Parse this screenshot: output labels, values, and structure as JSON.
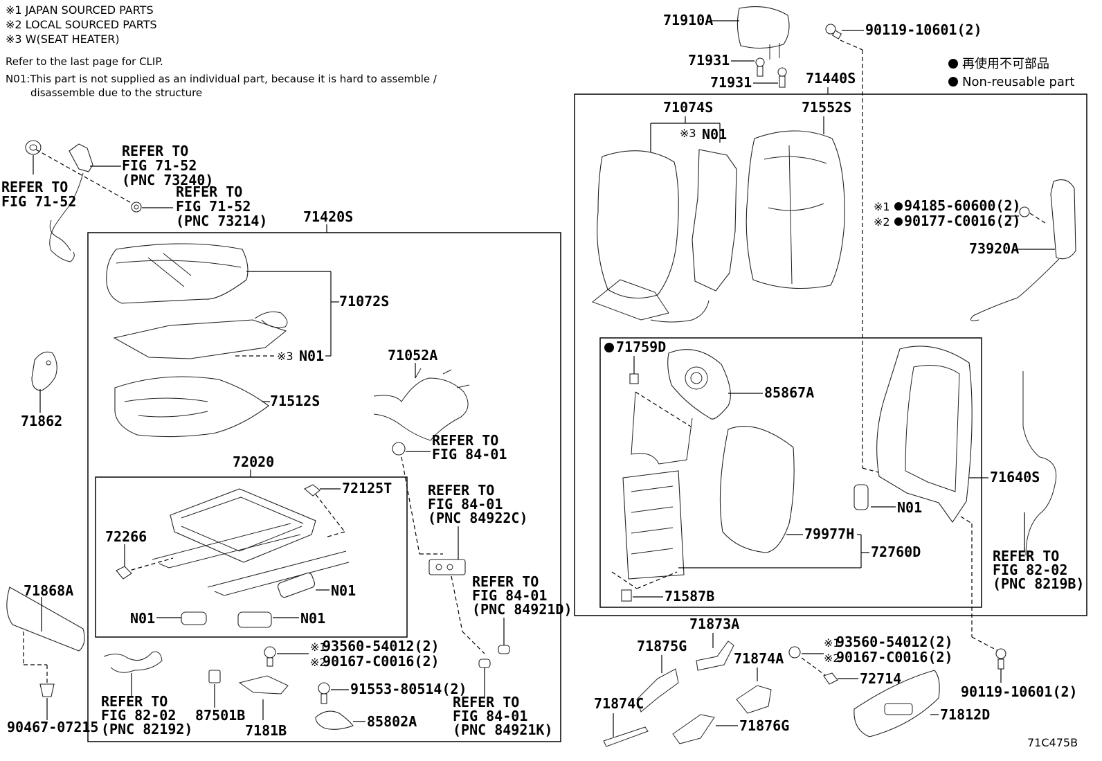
{
  "notes": {
    "n1": "※1 JAPAN SOURCED PARTS",
    "n2": "※2 LOCAL SOURCED PARTS",
    "n3": "※3 W(SEAT HEATER)",
    "clip": "Refer to the last page for CLIP.",
    "n01_line1": "N01:This part is not supplied as an individual part, because it is hard to assemble /",
    "n01_line2": "disassemble due to the structure"
  },
  "legend": {
    "jp": "再使用不可部品",
    "en": "Non-reusable part"
  },
  "diagram_id": "71C475B",
  "labels": {
    "71910A": "71910A",
    "90119_10601_top": "90119-10601(2)",
    "71931_a": "71931",
    "71931_b": "71931",
    "71440S": "71440S",
    "71074S": "71074S",
    "71552S": "71552S",
    "n01_back": "N01",
    "mark3_back": "※3",
    "p94185": "94185-60600(2)",
    "p90177": "90177-C0016(2)",
    "mark1_a": "※1",
    "mark2_a": "※2",
    "73920A": "73920A",
    "71759D": "71759D",
    "85867A": "85867A",
    "79977H": "79977H",
    "72760D": "72760D",
    "71587B": "71587B",
    "n01_right": "N01",
    "71640S": "71640S",
    "refer_82_02_line1": "REFER TO",
    "refer_82_02_line2": "FIG 82-02",
    "refer_82_02_line3": "(PNC 8219B)",
    "90119_10601_bottom": "90119-10601(2)",
    "71873A": "71873A",
    "71875G": "71875G",
    "71874A": "71874A",
    "71874C": "71874C",
    "71876G": "71876G",
    "72714": "72714",
    "71812D": "71812D",
    "mark1_b": "※1",
    "mark2_b": "※2",
    "p93560_right": "93560-54012(2)",
    "p90167_right": "90167-C0016(2)",
    "refer_7152_a_1": "REFER TO",
    "refer_7152_a_2": "FIG 71-52",
    "refer_7152_a_3": "(PNC 73240)",
    "refer_7152_b_1": "REFER TO",
    "refer_7152_b_2": "FIG 71-52",
    "refer_7152_c_1": "REFER TO",
    "refer_7152_c_2": "FIG 71-52",
    "refer_7152_c_3": "(PNC 73214)",
    "71420S": "71420S",
    "71072S": "71072S",
    "n01_cushion": "N01",
    "mark3_cushion": "※3",
    "71512S": "71512S",
    "71052A": "71052A",
    "71862": "71862",
    "refer_8401_a_1": "REFER TO",
    "refer_8401_a_2": "FIG 84-01",
    "refer_8401_b_1": "REFER TO",
    "refer_8401_b_2": "FIG 84-01",
    "refer_8401_b_3": "(PNC 84922C)",
    "refer_8401_c_1": "REFER TO",
    "refer_8401_c_2": "FIG 84-01",
    "refer_8401_c_3": "(PNC 84921D)",
    "refer_8401_d_1": "REFER TO",
    "refer_8401_d_2": "FIG 84-01",
    "refer_8401_d_3": "(PNC 84921K)",
    "72020": "72020",
    "72125T": "72125T",
    "72266": "72266",
    "n01_adj1": "N01",
    "n01_adj2": "N01",
    "n01_adj3": "N01",
    "71868A": "71868A",
    "90467_07215": "90467-07215",
    "refer_8202_l_1": "REFER TO",
    "refer_8202_l_2": "FIG 82-02",
    "refer_8202_l_3": "(PNC 82192)",
    "87501B": "87501B",
    "7181B": "7181B",
    "mark1_c": "※1",
    "mark2_c": "※2",
    "p93560_left": "93560-54012(2)",
    "p90167_left": "90167-C0016(2)",
    "p91553": "91553-80514(2)",
    "85802A": "85802A"
  }
}
